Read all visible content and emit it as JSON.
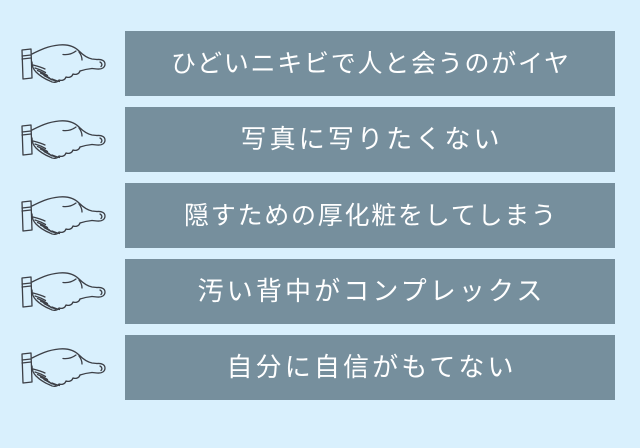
{
  "page": {
    "background_color": "#d9f0fd",
    "bar_color": "#768f9d",
    "text_color": "#ffffff",
    "ink_color": "#3c3f46"
  },
  "list": {
    "icon_name": "pointing-hand-icon",
    "items": [
      {
        "text": "ひどいニキビで人と会うのがイヤ"
      },
      {
        "text": "写真に写りたくない"
      },
      {
        "text": "隠すための厚化粧をしてしまう"
      },
      {
        "text": "汚い背中がコンプレックス"
      },
      {
        "text": "自分に自信がもてない"
      }
    ]
  }
}
